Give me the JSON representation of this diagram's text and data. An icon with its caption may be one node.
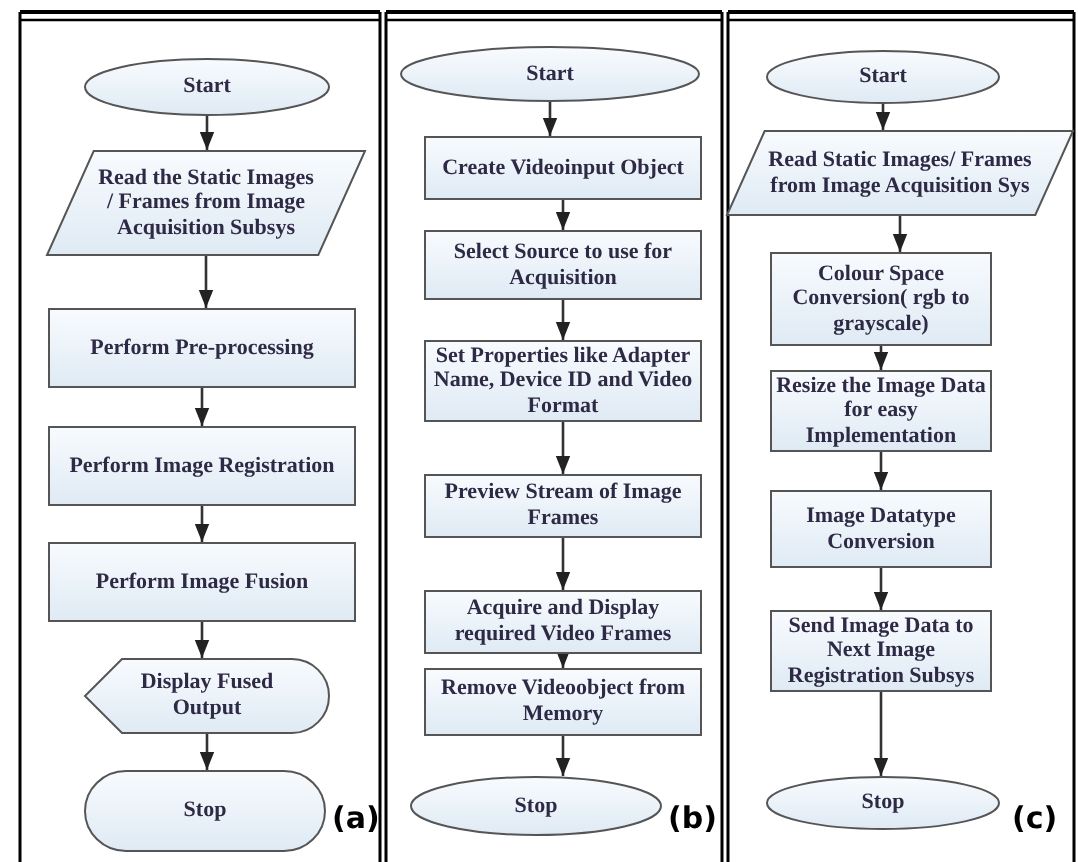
{
  "diagram": {
    "nodes": [
      {
        "text": [
          "Start"
        ]
      },
      {
        "text": [
          "Read the Static Images / Frames from Image Acquisition Subsys"
        ]
      },
      {
        "text": [
          "Perform Pre-processing"
        ]
      },
      {
        "text": [
          "Perform Image Registration"
        ]
      },
      {
        "text": [
          "Perform Image Fusion"
        ]
      },
      {
        "text": [
          "Display Fused Output"
        ]
      },
      {
        "text": [
          "Stop"
        ]
      },
      {
        "text": [
          "Start"
        ]
      },
      {
        "text": [
          "Create Videoinput Object"
        ]
      },
      {
        "text": [
          "Select Source to use for Acquisition"
        ]
      },
      {
        "text": [
          "Set Properties like Adapter Name, Device ID  and Video Format"
        ]
      },
      {
        "text": [
          "Preview Stream of Image Frames"
        ]
      },
      {
        "text": [
          "Acquire and Display required Video Frames"
        ]
      },
      {
        "text": [
          "Remove Videoobject from Memory"
        ]
      },
      {
        "text": [
          "Stop"
        ]
      },
      {
        "text": [
          "Start"
        ]
      },
      {
        "text": [
          "Read Static Images/ Frames from Image Acquisition Sys"
        ]
      },
      {
        "text": [
          "Colour Space Conversion( rgb to grayscale)"
        ]
      },
      {
        "text": [
          "Resize the Image Data for easy Implementation"
        ]
      },
      {
        "text": [
          "Image Datatype Conversion"
        ]
      },
      {
        "text": [
          "Send Image Data to Next Image Registration Subsys"
        ]
      },
      {
        "text": [
          "Stop"
        ]
      }
    ],
    "edges": [
      {
        "from": 0,
        "to": 1,
        "arrow": "to"
      },
      {
        "from": 1,
        "to": 2,
        "arrow": "to"
      },
      {
        "from": 2,
        "to": 3,
        "arrow": "to"
      },
      {
        "from": 3,
        "to": 4,
        "arrow": "to"
      },
      {
        "from": 4,
        "to": 5,
        "arrow": "to"
      },
      {
        "from": 5,
        "to": 6,
        "arrow": "to"
      },
      {
        "from": 7,
        "to": 8,
        "arrow": "to"
      },
      {
        "from": 8,
        "to": 9,
        "arrow": "to"
      },
      {
        "from": 9,
        "to": 10,
        "arrow": "to"
      },
      {
        "from": 10,
        "to": 11,
        "arrow": "to"
      },
      {
        "from": 11,
        "to": 12,
        "arrow": "to"
      },
      {
        "from": 12,
        "to": 13,
        "arrow": "to"
      },
      {
        "from": 13,
        "to": 14,
        "arrow": "to"
      },
      {
        "from": 15,
        "to": 16,
        "arrow": "to"
      },
      {
        "from": 16,
        "to": 17,
        "arrow": "to"
      },
      {
        "from": 17,
        "to": 18,
        "arrow": "to"
      },
      {
        "from": 18,
        "to": 19,
        "arrow": "to"
      },
      {
        "from": 19,
        "to": 20,
        "arrow": "to"
      },
      {
        "from": 20,
        "to": 21,
        "arrow": "to"
      }
    ],
    "labels": [
      "(a)",
      "(b)",
      "(c)"
    ]
  }
}
